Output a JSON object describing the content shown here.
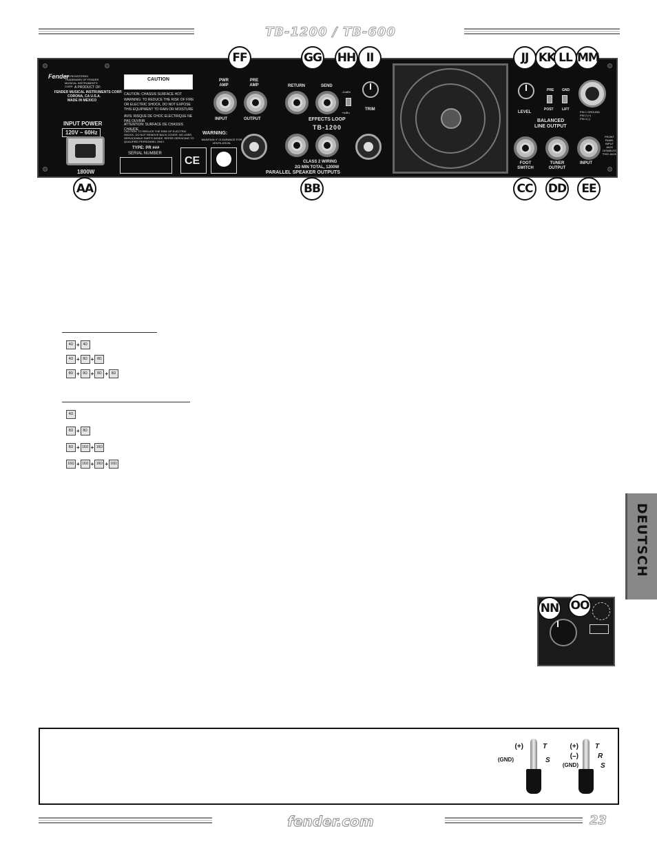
{
  "header": {
    "title": "TB-1200 / TB-600"
  },
  "panel": {
    "fender_text": "Fender",
    "trademark": "IS A REGISTERED TRADEMARK OF FENDER MUSICAL INSTRUMENTS CORP.",
    "product_of": "A PRODUCT OF:",
    "company": "FENDER MUSICAL INSTRUMENTS CORP.",
    "city": "CORONA, CA U.S.A.",
    "made_in": "MADE IN MEXICO",
    "input_power_label": "INPUT POWER",
    "voltage": "120V ~ 60Hz",
    "wattage": "1800W",
    "caution_label": "CAUTION",
    "caution1": "CAUTION: CHASSIS SURFACE HOT",
    "warning1": "WARNING: TO REDUCE THE RISK OF FIRE OR ELECTRIC SHOCK, DO NOT EXPOSE THIS EQUIPMENT TO RAIN OR MOISTURE",
    "avis": "AVIS: RISQUE DE CHOC ELECTRIQUE NE PAS OUVRIR",
    "attention": "ATTENTION: SURFACE DE CHASSIS CHAUDE",
    "caution2": "CAUTION: TO REDUCE THE RISK OF ELECTRIC SHOCK, DO NOT REMOVE BACK COVER. NO USER SERVICEABLE PARTS INSIDE. REFER SERVICING TO QUALIFIED PERSONNEL ONLY.",
    "type": "TYPE: PR ###",
    "serial": "SERIAL NUMBER",
    "ce": "CE",
    "pwr_amp": "PWR AMP",
    "pre_amp": "PRE AMP",
    "input": "INPUT",
    "output": "OUTPUT",
    "warning2": "WARNING:",
    "warning2_text": "MAINTAIN 4\" CLEARANCE FOR VENTILATION.",
    "return": "RETURN",
    "send": "SEND",
    "effects_loop": "EFFECTS LOOP",
    "trim": "TRIM",
    "dbv_top": "-10dBV",
    "dbv_bot": "+4dBu",
    "model": "TB-1200",
    "class2": "CLASS 2 WIRING",
    "min_total": "2Ω MIN TOTAL, 1200W",
    "parallel": "PARALLEL SPEAKER OUTPUTS",
    "level": "LEVEL",
    "pre": "PRE",
    "post": "POST",
    "gnd": "GND",
    "lift": "LIFT",
    "balanced": "BALANCED",
    "line_output": "LINE OUTPUT",
    "pin1": "PIN 1 GROUND",
    "pin2": "PIN 2 (+)",
    "pin3": "PIN 3 (-)",
    "foot_switch": "FOOT SWITCH",
    "tuner_output": "TUNER OUTPUT",
    "input_jack": "INPUT",
    "front_panel": "FRONT PANEL INPUT JACK DISABLES THIS JACK"
  },
  "callouts": {
    "ff": "FF",
    "gg": "GG",
    "hh": "HH",
    "ii": "II",
    "jj": "JJ",
    "kk": "KK",
    "ll": "LL",
    "mm": "MM",
    "aa": "AA",
    "bb": "BB",
    "cc": "CC",
    "dd": "DD",
    "ee": "EE",
    "nn": "NN",
    "oo": "OO"
  },
  "speaker_config": {
    "group1": [
      [
        "4Ω",
        "4Ω"
      ],
      [
        "4Ω",
        "8Ω",
        "8Ω"
      ],
      [
        "8Ω",
        "8Ω",
        "8Ω",
        "8Ω"
      ]
    ],
    "group2": [
      [
        "4Ω"
      ],
      [
        "8Ω",
        "8Ω"
      ],
      [
        "8Ω",
        "16Ω",
        "16Ω"
      ],
      [
        "16Ω",
        "16Ω",
        "16Ω",
        "16Ω"
      ]
    ]
  },
  "side_tab": "DEUTSCH",
  "plugs": {
    "left": {
      "plus": "(+)",
      "gnd": "(GND)",
      "t": "T",
      "s": "S"
    },
    "right": {
      "plus": "(+)",
      "minus": "(–)",
      "gnd": "(GND)",
      "t": "T",
      "r": "R",
      "s": "S"
    }
  },
  "footer": {
    "logo": "fender.com",
    "page": "23"
  }
}
